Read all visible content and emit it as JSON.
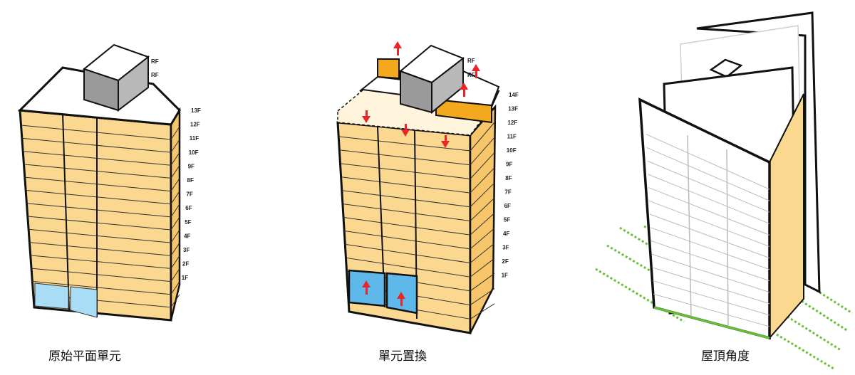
{
  "colors": {
    "unit_face": "#FBD890",
    "unit_side": "#F7C66B",
    "accent_orange": "#F4A81E",
    "ground_blue": "#A8DDF5",
    "ground_blue_strong": "#5EB9EA",
    "core_grey": "#9A9A9A",
    "arrow_red": "#E8262A",
    "sun_green": "#66C232",
    "outline": "#111111"
  },
  "panels": [
    {
      "caption": "原始平面單元",
      "roof_labels": [
        "RF",
        "RF"
      ],
      "floor_labels": [
        "13F",
        "12F",
        "11F",
        "10F",
        "9F",
        "8F",
        "7F",
        "6F",
        "5F",
        "4F",
        "3F",
        "2F",
        "1F"
      ]
    },
    {
      "caption": "單元置換",
      "roof_labels": [
        "RF",
        "RF"
      ],
      "floor_labels": [
        "14F",
        "13F",
        "12F",
        "11F",
        "10F",
        "9F",
        "8F",
        "7F",
        "6F",
        "5F",
        "4F",
        "3F",
        "2F",
        "1F"
      ]
    },
    {
      "caption": "屋頂角度"
    }
  ]
}
